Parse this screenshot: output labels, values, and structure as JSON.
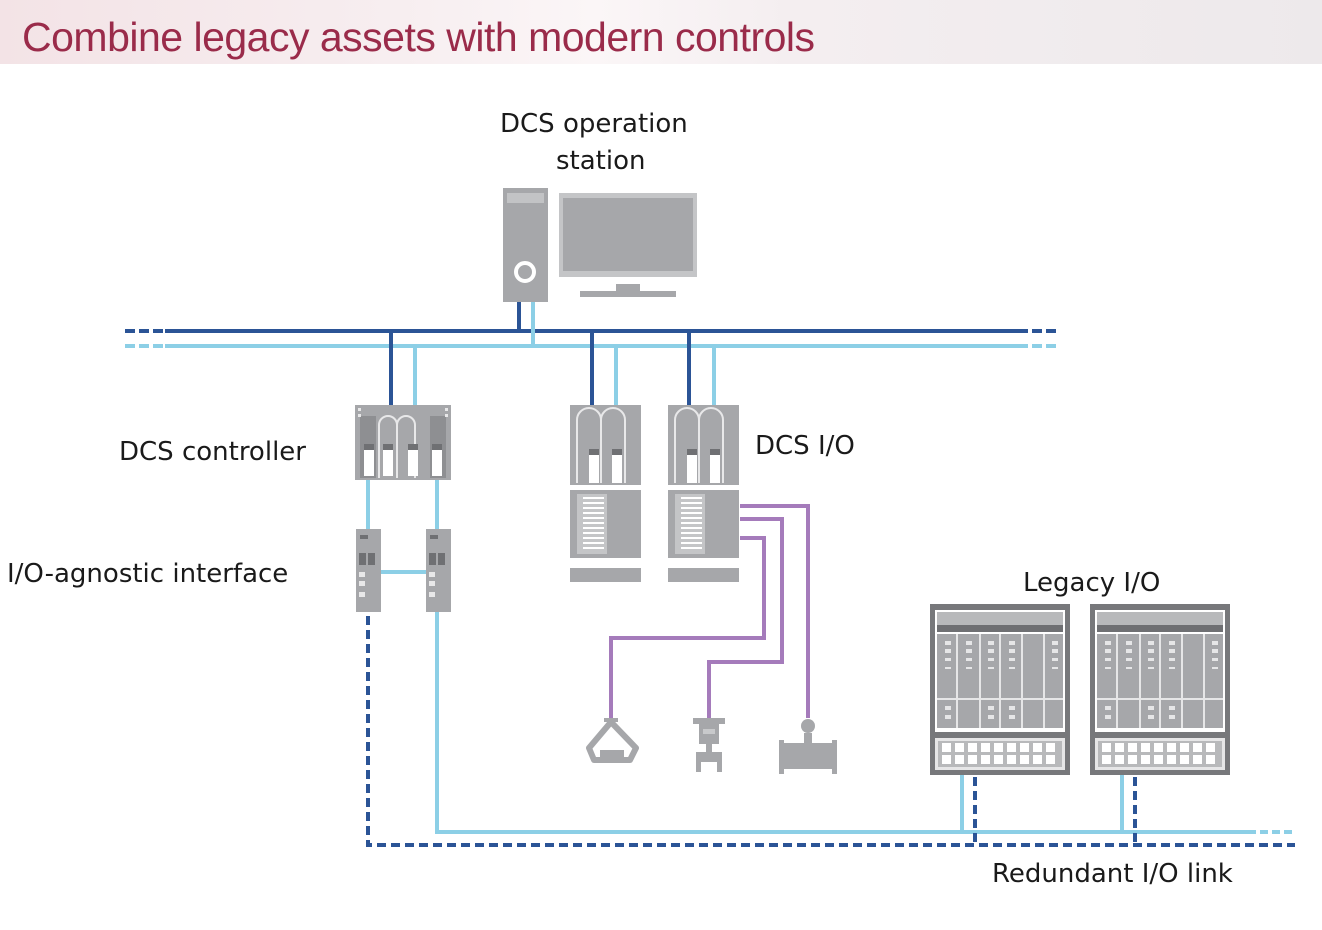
{
  "title": "Combine legacy assets with modern controls",
  "labels": {
    "operation_station_line1": "DCS operation",
    "operation_station_line2": "station",
    "controller": "DCS controller",
    "interface": "I/O-agnostic interface",
    "dcs_io": "DCS I/O",
    "legacy_io": "Legacy I/O",
    "redundant_link": "Redundant I/O link"
  },
  "colors": {
    "title": "#9a2b4a",
    "network_primary": "#2b5496",
    "network_secondary": "#8ccfe6",
    "field_wiring": "#a57bbb",
    "device": "#a6a7aa",
    "device_dark": "#77787b"
  }
}
